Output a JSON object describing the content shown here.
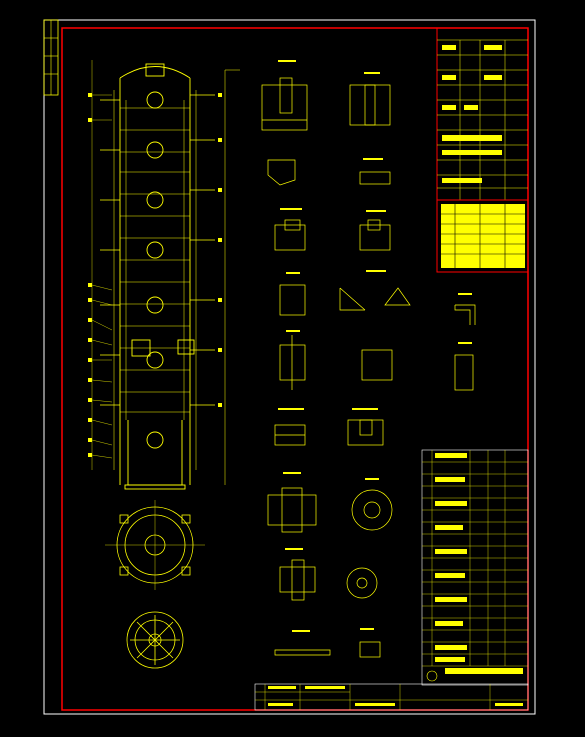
{
  "drawing": {
    "title_text": "",
    "scale_label": "",
    "sheet_no": "",
    "colors": {
      "background": "#000000",
      "border": "#ff0000",
      "line": "#ffff00",
      "frame": "#ffffff"
    }
  },
  "icons": [
    "tower-vessel-drawing",
    "flange-detail",
    "section-detail",
    "seal-stamp"
  ]
}
